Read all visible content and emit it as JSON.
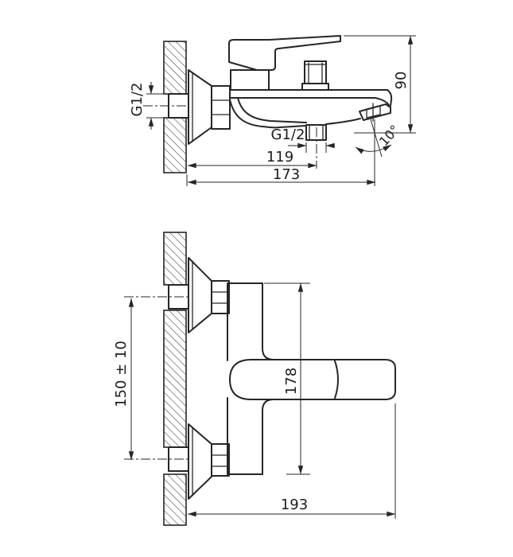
{
  "drawing": {
    "background": "#ffffff",
    "line_color": "#262626",
    "hatch_color": "#3a3a3a",
    "side_view": {
      "labels": {
        "wall_thread": "G1/2",
        "outlet_thread": "G1/2",
        "height_90": "90",
        "angle_10": "10°",
        "dim_119": "119",
        "dim_173": "173"
      }
    },
    "plan_view": {
      "labels": {
        "dim_150": "150 ± 10",
        "dim_178": "178",
        "dim_193": "193"
      }
    }
  }
}
